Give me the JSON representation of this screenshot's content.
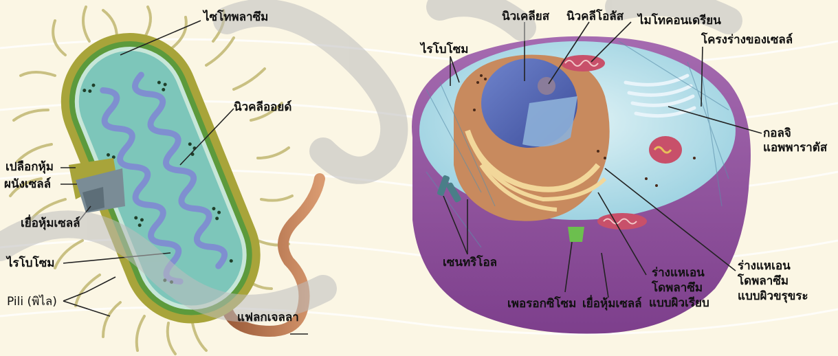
{
  "labels": {
    "prokaryote": {
      "cytoplasm": "ไซโทพลาซึม",
      "nucleoid": "นิวคลีออยด์",
      "capsule": "เปลือกหุ้ม",
      "cell_wall": "ผนังเซลล์",
      "cell_membrane": "เยื่อหุ้มเซลล์",
      "ribosome": "ไรโบโซม",
      "pili": "Pili (พิไล)",
      "flagellum": "แฟลกเจลลา"
    },
    "eukaryote": {
      "ribosome": "ไรโบโซม",
      "nucleus": "นิวเคลียส",
      "nucleolus": "นิวคลีโอลัส",
      "mitochondrion": "ไมโทคอนเดรียน",
      "cytoskeleton": "โครงร่างของเซลล์",
      "golgi_line1": "กอลจิ",
      "golgi_line2": "แอพพาราตัส",
      "centriole": "เซนทริโอล",
      "smooth_er_line1": "ร่างแหเอน",
      "smooth_er_line2": "โดพลาซึม",
      "smooth_er_line3": "แบบผิวเรียบ",
      "rough_er_line1": "ร่างแหเอน",
      "rough_er_line2": "โดพลาซึม",
      "rough_er_line3": "แบบผิวขรุขระ",
      "peroxisome": "เพอรอกซิโซม",
      "cell_membrane": "เยื่อหุ้มเซลล์"
    }
  },
  "colors": {
    "background": "#fbf6e4",
    "watermark": "#bdbdbd",
    "capsule": "#a8a43a",
    "cell_wall": "#5c9a3c",
    "cytoplasm": "#7dc6ba",
    "nucleoid": "#7f8fd0",
    "flagellum": "#b8744a",
    "euk_cytoplasm": "#bfe3ee",
    "euk_membrane": "#8b4a9a",
    "nucleus": "#5a6eb8",
    "er": "#c88a5e",
    "golgi": "#dcae32",
    "mitochondrion": "#c8506a"
  }
}
